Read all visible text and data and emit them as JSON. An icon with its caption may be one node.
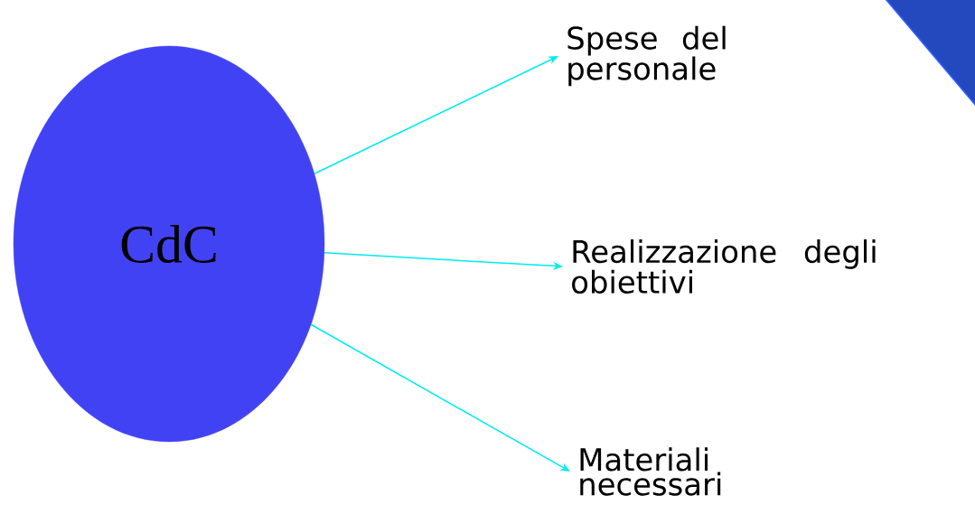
{
  "diagram": {
    "nodes": [
      {
        "text": [
          "CdC"
        ]
      },
      {
        "text": [
          "Spese del personale"
        ]
      },
      {
        "text": [
          "Realizzazione degli obiettivi"
        ]
      },
      {
        "text": [
          "Materiali necessari"
        ]
      }
    ],
    "edges": [
      {
        "from": 0,
        "to": 1,
        "arrow": "to"
      },
      {
        "from": 0,
        "to": 2,
        "arrow": "to"
      },
      {
        "from": 0,
        "to": 3,
        "arrow": "to"
      }
    ]
  }
}
